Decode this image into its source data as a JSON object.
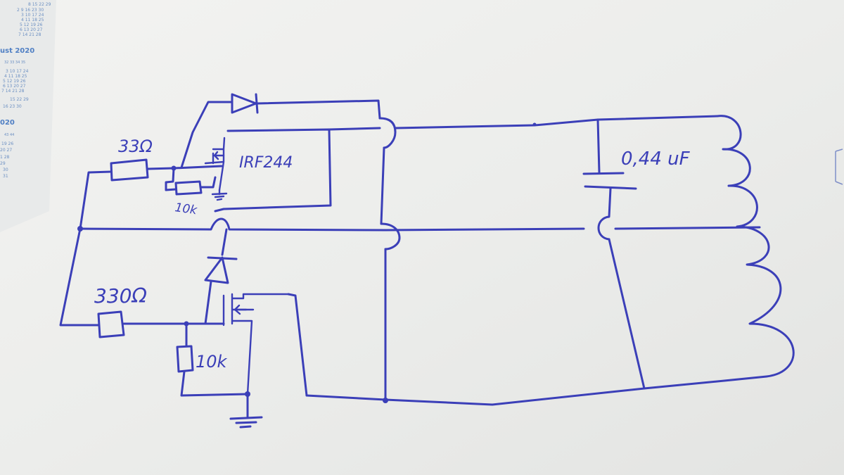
{
  "labels": {
    "r1": "33Ω",
    "r2": "10k",
    "r3": "330Ω",
    "r4": "10k",
    "mosfet": "IRF244",
    "cap": "0,44 uF"
  },
  "calendar": {
    "month_1": "ust 2020",
    "month_2": "020",
    "rows_top": [
      "8 15 22 29",
      "2 9 16 23 30",
      "3 10 17 24",
      "4 11 18 25",
      "5 12 19 26",
      "6 13 20 27",
      "7 14 21 28"
    ],
    "rows_mid": [
      "3 10 17 24",
      "4 11 18 25",
      "5 12 19 26",
      "6 13 20 27",
      "7 14 21 28",
      "15 22 29",
      "16 23 30"
    ],
    "rows_bot": [
      "19 26",
      "20 27",
      "1 28",
      "29",
      "30",
      "31"
    ],
    "week_nums_1": "32 33 34 35",
    "week_nums_2": "43 44"
  },
  "colors": {
    "ink": "#3b3fb8",
    "paper": "#efefef",
    "calendar": "#6b8fc2"
  }
}
